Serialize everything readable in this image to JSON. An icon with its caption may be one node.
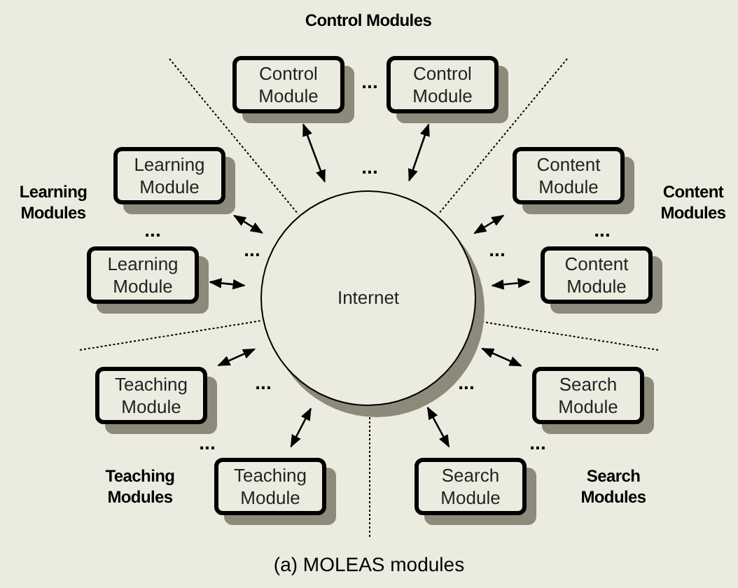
{
  "diagram": {
    "caption": "(a) MOLEAS modules",
    "nodes": [
      {
        "text": [
          "Internet"
        ]
      },
      {
        "text": [
          "Control Module"
        ]
      },
      {
        "text": [
          "Control Module"
        ]
      },
      {
        "text": [
          "Learning Module"
        ]
      },
      {
        "text": [
          "Learning Module"
        ]
      },
      {
        "text": [
          "Content Module"
        ]
      },
      {
        "text": [
          "Content Module"
        ]
      },
      {
        "text": [
          "Teaching Module"
        ]
      },
      {
        "text": [
          "Teaching Module"
        ]
      },
      {
        "text": [
          "Search Module"
        ]
      },
      {
        "text": [
          "Search Module"
        ]
      }
    ],
    "edges": [
      {
        "from": 1,
        "to": 0,
        "arrow": "both"
      },
      {
        "from": 2,
        "to": 0,
        "arrow": "both"
      },
      {
        "from": 3,
        "to": 0,
        "arrow": "both"
      },
      {
        "from": 4,
        "to": 0,
        "arrow": "both"
      },
      {
        "from": 5,
        "to": 0,
        "arrow": "both"
      },
      {
        "from": 6,
        "to": 0,
        "arrow": "both"
      },
      {
        "from": 7,
        "to": 0,
        "arrow": "both"
      },
      {
        "from": 8,
        "to": 0,
        "arrow": "both"
      },
      {
        "from": 9,
        "to": 0,
        "arrow": "both"
      },
      {
        "from": 10,
        "to": 0,
        "arrow": "both"
      }
    ],
    "labels": [
      "Control Modules",
      "...",
      "...",
      "Learning Modules",
      "Content Modules",
      "...",
      "...",
      "...",
      "...",
      "...",
      "...",
      "...",
      "...",
      "Teaching Modules",
      "Search Modules"
    ]
  }
}
